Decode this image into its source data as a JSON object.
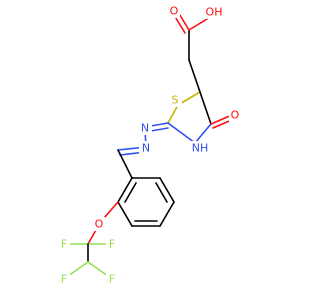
{
  "atom_labels": {
    "acid_oh": "OH",
    "acid_o": "O",
    "ketone_o": "O",
    "ring_s": "S",
    "ring_nh": "NH",
    "ring_n": "N",
    "hydrazone_n1": "N",
    "hydrazone_n2": "N",
    "ether_o": "O",
    "f1": "F",
    "f2": "F",
    "f3": "F",
    "f4": "F"
  },
  "colors": {
    "carbon_bond": "#000000",
    "oxygen": "#ff0d0d",
    "nitrogen": "#3050f8",
    "sulfur": "#c8b400",
    "fluorine": "#90e050",
    "background": "#ffffff"
  }
}
